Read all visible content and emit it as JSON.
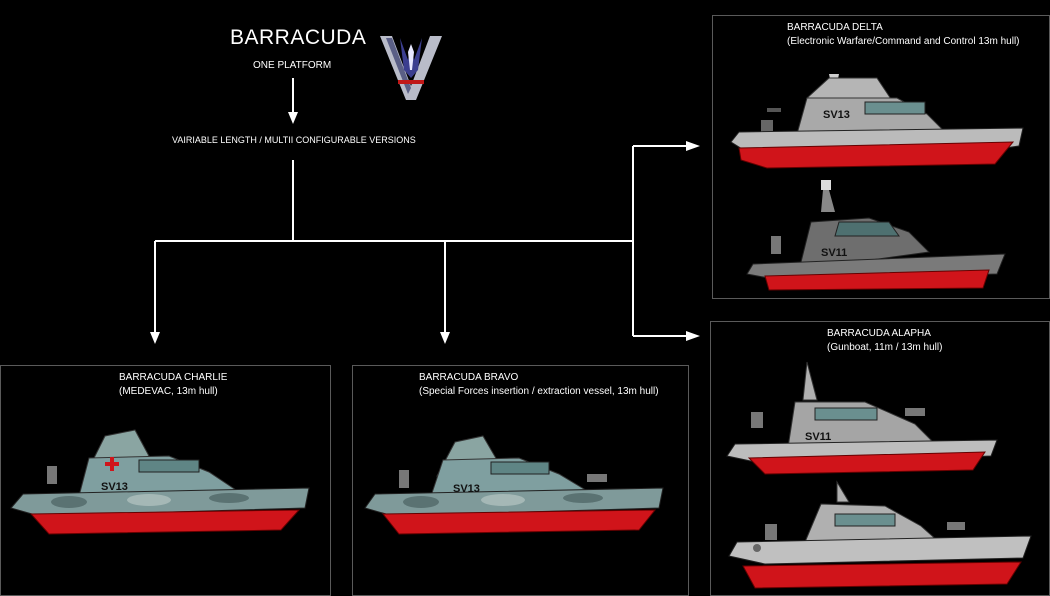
{
  "header": {
    "title": "BARRACUDA",
    "subtitle": "ONE PLATFORM",
    "versions": "VAIRIABLE LENGTH / MULTII CONFIGURABLE VERSIONS"
  },
  "panels": {
    "delta": {
      "name": "BARRACUDA DELTA",
      "desc": "(Electronic Warfare/Command and Control 13m hull)"
    },
    "alpha": {
      "name": "BARRACUDA ALAPHA",
      "desc": "(Gunboat, 11m / 13m hull)"
    },
    "charlie": {
      "name": "BARRACUDA CHARLIE",
      "desc": "(MEDEVAC, 13m hull)"
    },
    "bravo": {
      "name": "BARRACUDA BRAVO",
      "desc": "(Special Forces insertion / extraction vessel, 13m hull)"
    }
  },
  "hull_labels": {
    "delta_1": "SV13",
    "delta_2": "SV11",
    "alpha_1": "SV11",
    "charlie": "SV13",
    "bravo": "SV13"
  },
  "colors": {
    "background": "#000000",
    "lines": "#ffffff",
    "hull_red": "#d0141a",
    "hull_grey": "#9a9a9a",
    "panel_border": "#5a5a5a"
  },
  "icons": {
    "logo": "v-logo-icon",
    "medical": "red-cross-icon"
  }
}
